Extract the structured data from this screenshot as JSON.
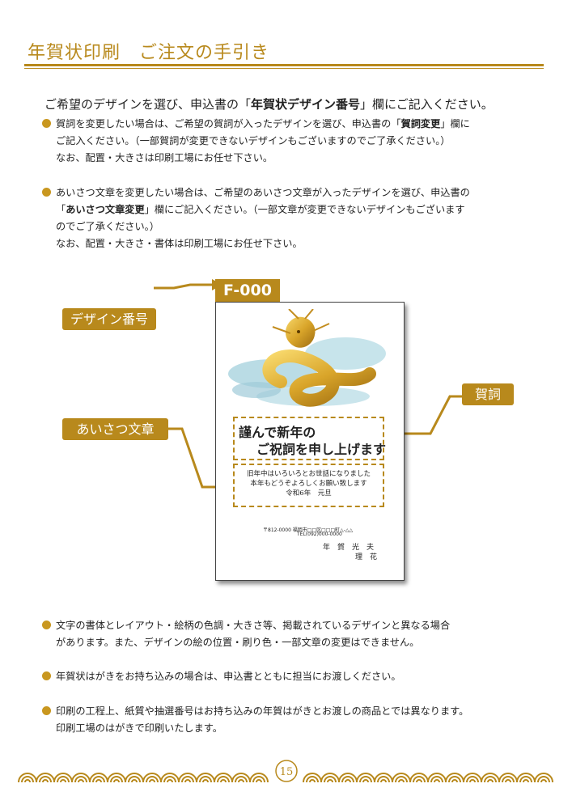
{
  "header": {
    "title": "年賀状印刷　ご注文の手引き"
  },
  "intro": {
    "before": "ご希望のデザインを選び、申込書の「",
    "bold": "年賀状デザイン番号",
    "after": "」欄にご記入ください。"
  },
  "para1": {
    "l1_a": "賀詞を変更したい場合は、ご希望の賀詞が入ったデザインを選び、申込書の「",
    "l1_b": "賀詞変更",
    "l1_c": "」欄に",
    "l2": "ご記入ください。（一部賀詞が変更できないデザインもございますのでご了承ください。）",
    "l3": "なお、配置・大きさは印刷工場にお任せ下さい。"
  },
  "para2": {
    "l1": "あいさつ文章を変更したい場合は、ご希望のあいさつ文章が入ったデザインを選び、申込書の",
    "l2_a": "「",
    "l2_b": "あいさつ文章変更",
    "l2_c": "」欄にご記入ください。（一部文章が変更できないデザインもございます",
    "l3": "のでご了承ください。）",
    "l4": "なお、配置・大きさ・書体は印刷工場にお任せ下さい。"
  },
  "diagram": {
    "design_number_label": "デザイン番号",
    "greeting_label": "あいさつ文章",
    "gashi_label": "賀詞",
    "code": "F-000",
    "card": {
      "gashi_line1": "謹んで新年の",
      "gashi_line2": "ご祝詞を申し上げます",
      "msg_line1": "旧年中はいろいろとお世話になりました",
      "msg_line2": "本年もどうぞよろしくお願い致します",
      "msg_line3": "令和6年　元旦",
      "addr_line1": "〒812-0000 福岡市□□区□□□町△-△△",
      "addr_line2": "TEL(092)000-0000",
      "name_line1": "年　賀　光　夫",
      "name_line2": "理　花"
    }
  },
  "notes": {
    "n1_l1": "文字の書体とレイアウト・絵柄の色調・大きさ等、掲載されているデザインと異なる場合",
    "n1_l2": "があります。また、デザインの絵の位置・刷り色・一部文章の変更はできません。",
    "n2": "年賀状はがきをお持ち込みの場合は、申込書とともに担当にお渡しください。",
    "n3_l1": "印刷の工程上、紙質や抽選番号はお持ち込みの年賀はがきとお渡しの商品とでは異なります。",
    "n3_l2": "印刷工場のはがきで印刷いたします。"
  },
  "footer": {
    "page_number": "15"
  },
  "colors": {
    "gold": "#b8891c",
    "bullet": "#c9971f"
  }
}
